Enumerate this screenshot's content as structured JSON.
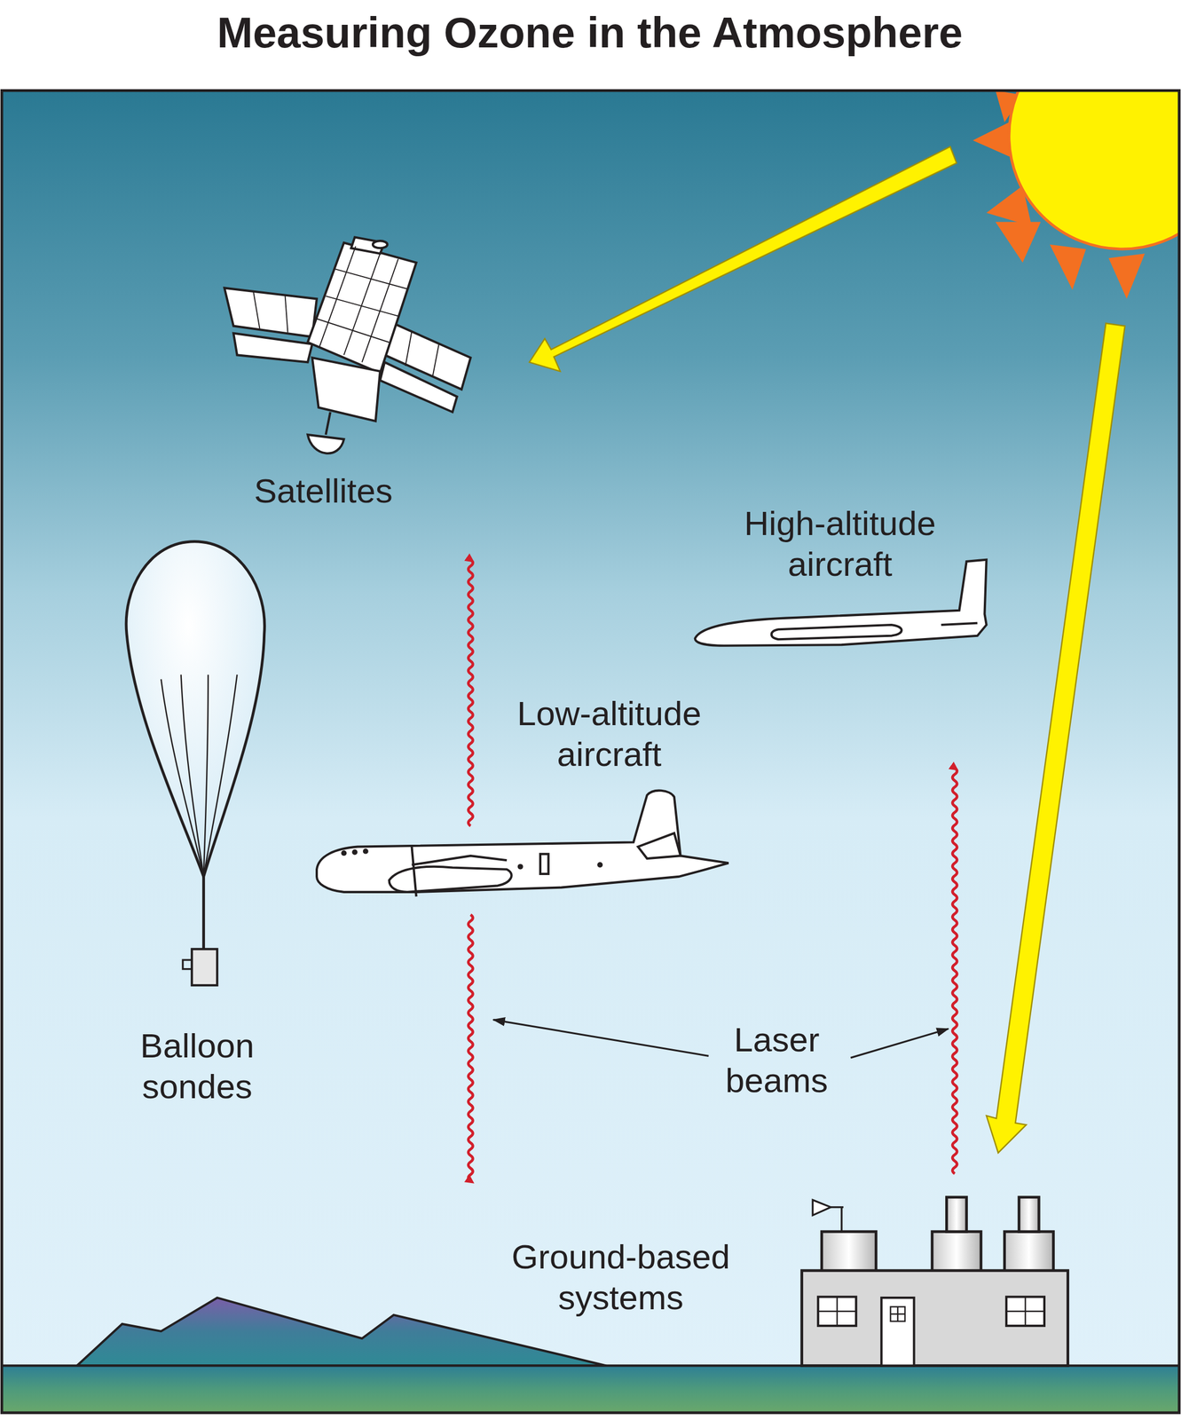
{
  "diagram": {
    "title": "Measuring Ozone in the Atmosphere",
    "labels": [
      "Satellites",
      "High-altitude aircraft",
      "Low-altitude aircraft",
      "Balloon sondes",
      "Laser beams",
      "Ground-based systems"
    ]
  }
}
